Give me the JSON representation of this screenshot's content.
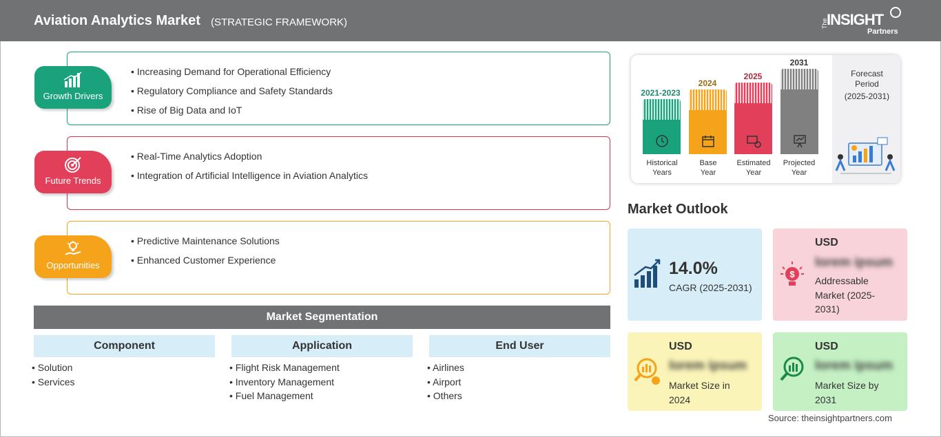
{
  "header": {
    "title": "Aviation Analytics Market",
    "subtitle": "(STRATEGIC FRAMEWORK)",
    "logo": {
      "the": "The",
      "insight": "INSIGHT",
      "partners": "Partners"
    }
  },
  "framework": {
    "growth_drivers": {
      "label": "Growth Drivers",
      "items": [
        "Increasing Demand for Operational Efficiency",
        "Regulatory Compliance and Safety Standards",
        "Rise of Big Data and IoT"
      ]
    },
    "future_trends": {
      "label": "Future Trends",
      "items": [
        "Real-Time Analytics Adoption",
        "Integration of Artificial Intelligence in Aviation Analytics"
      ]
    },
    "opportunities": {
      "label": "Opportunities",
      "items": [
        "Predictive Maintenance Solutions",
        "Enhanced Customer Experience"
      ]
    }
  },
  "segmentation": {
    "title": "Market Segmentation",
    "columns": [
      {
        "heading": "Component",
        "items": [
          "Solution",
          "Services"
        ]
      },
      {
        "heading": "Application",
        "items": [
          "Flight Risk Management",
          "Inventory Management",
          "Fuel Management"
        ]
      },
      {
        "heading": "End User",
        "items": [
          "Airlines",
          "Airport",
          "Others"
        ]
      }
    ]
  },
  "timeline": {
    "periods": [
      {
        "year": "2021-2023",
        "label": [
          "Historical",
          "Years"
        ],
        "color": "#1aa27d",
        "year_color": "#1a8a6c"
      },
      {
        "year": "2024",
        "label": [
          "Base",
          "Year"
        ],
        "color": "#f5a31a",
        "year_color": "#9a6a10"
      },
      {
        "year": "2025",
        "label": [
          "Estimated",
          "Year"
        ],
        "color": "#e2405a",
        "year_color": "#b02a40"
      },
      {
        "year": "2031",
        "label": [
          "Projected",
          "Year"
        ],
        "color": "#808080",
        "year_color": "#333333"
      }
    ],
    "forecast": [
      "Forecast",
      "Period",
      "(2025-2031)"
    ]
  },
  "outlook": {
    "title": "Market Outlook",
    "cagr": {
      "value": "14.0%",
      "label": "CAGR (2025-2031)",
      "bg": "#d7eef8"
    },
    "addressable": {
      "usd": "USD",
      "value": "lorem ipsum",
      "label": [
        "Addressable",
        "Market (2025-",
        "2031)"
      ],
      "bg": "#f8d3da"
    },
    "size_2024": {
      "usd": "USD",
      "value": "lorem ipsum",
      "label": [
        "Market Size in",
        "2024"
      ],
      "bg": "#fbf4b8"
    },
    "size_2031": {
      "usd": "USD",
      "value": "lorem ipsum",
      "label": [
        "Market Size by",
        "2031"
      ],
      "bg": "#c4f0c4"
    }
  },
  "source": "Source: theinsightpartners.com"
}
